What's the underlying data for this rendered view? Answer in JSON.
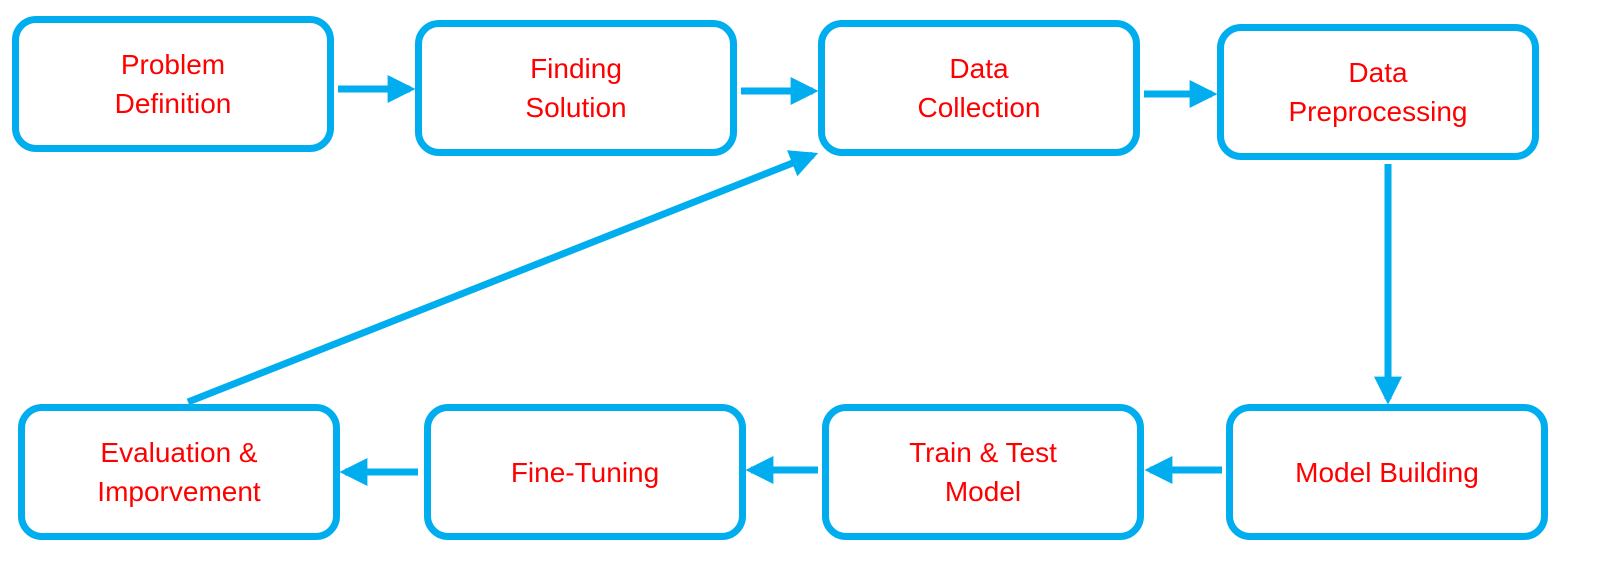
{
  "diagram": {
    "colors": {
      "border": "#00AEEF",
      "arrow": "#00AEEF",
      "text": "#FF0000"
    },
    "nodes": [
      {
        "id": "n1",
        "label": "Problem\nDefinition"
      },
      {
        "id": "n2",
        "label": "Finding\nSolution"
      },
      {
        "id": "n3",
        "label": "Data\nCollection"
      },
      {
        "id": "n4",
        "label": "Data\nPreprocessing"
      },
      {
        "id": "n5",
        "label": "Model Building"
      },
      {
        "id": "n6",
        "label": "Train & Test\nModel"
      },
      {
        "id": "n7",
        "label": "Fine-Tuning"
      },
      {
        "id": "n8",
        "label": "Evaluation &\nImporvement"
      }
    ],
    "edges": [
      {
        "from": "n1",
        "to": "n2"
      },
      {
        "from": "n2",
        "to": "n3"
      },
      {
        "from": "n3",
        "to": "n4"
      },
      {
        "from": "n4",
        "to": "n5"
      },
      {
        "from": "n5",
        "to": "n6"
      },
      {
        "from": "n6",
        "to": "n7"
      },
      {
        "from": "n7",
        "to": "n8"
      },
      {
        "from": "n8",
        "to": "n3"
      }
    ]
  }
}
